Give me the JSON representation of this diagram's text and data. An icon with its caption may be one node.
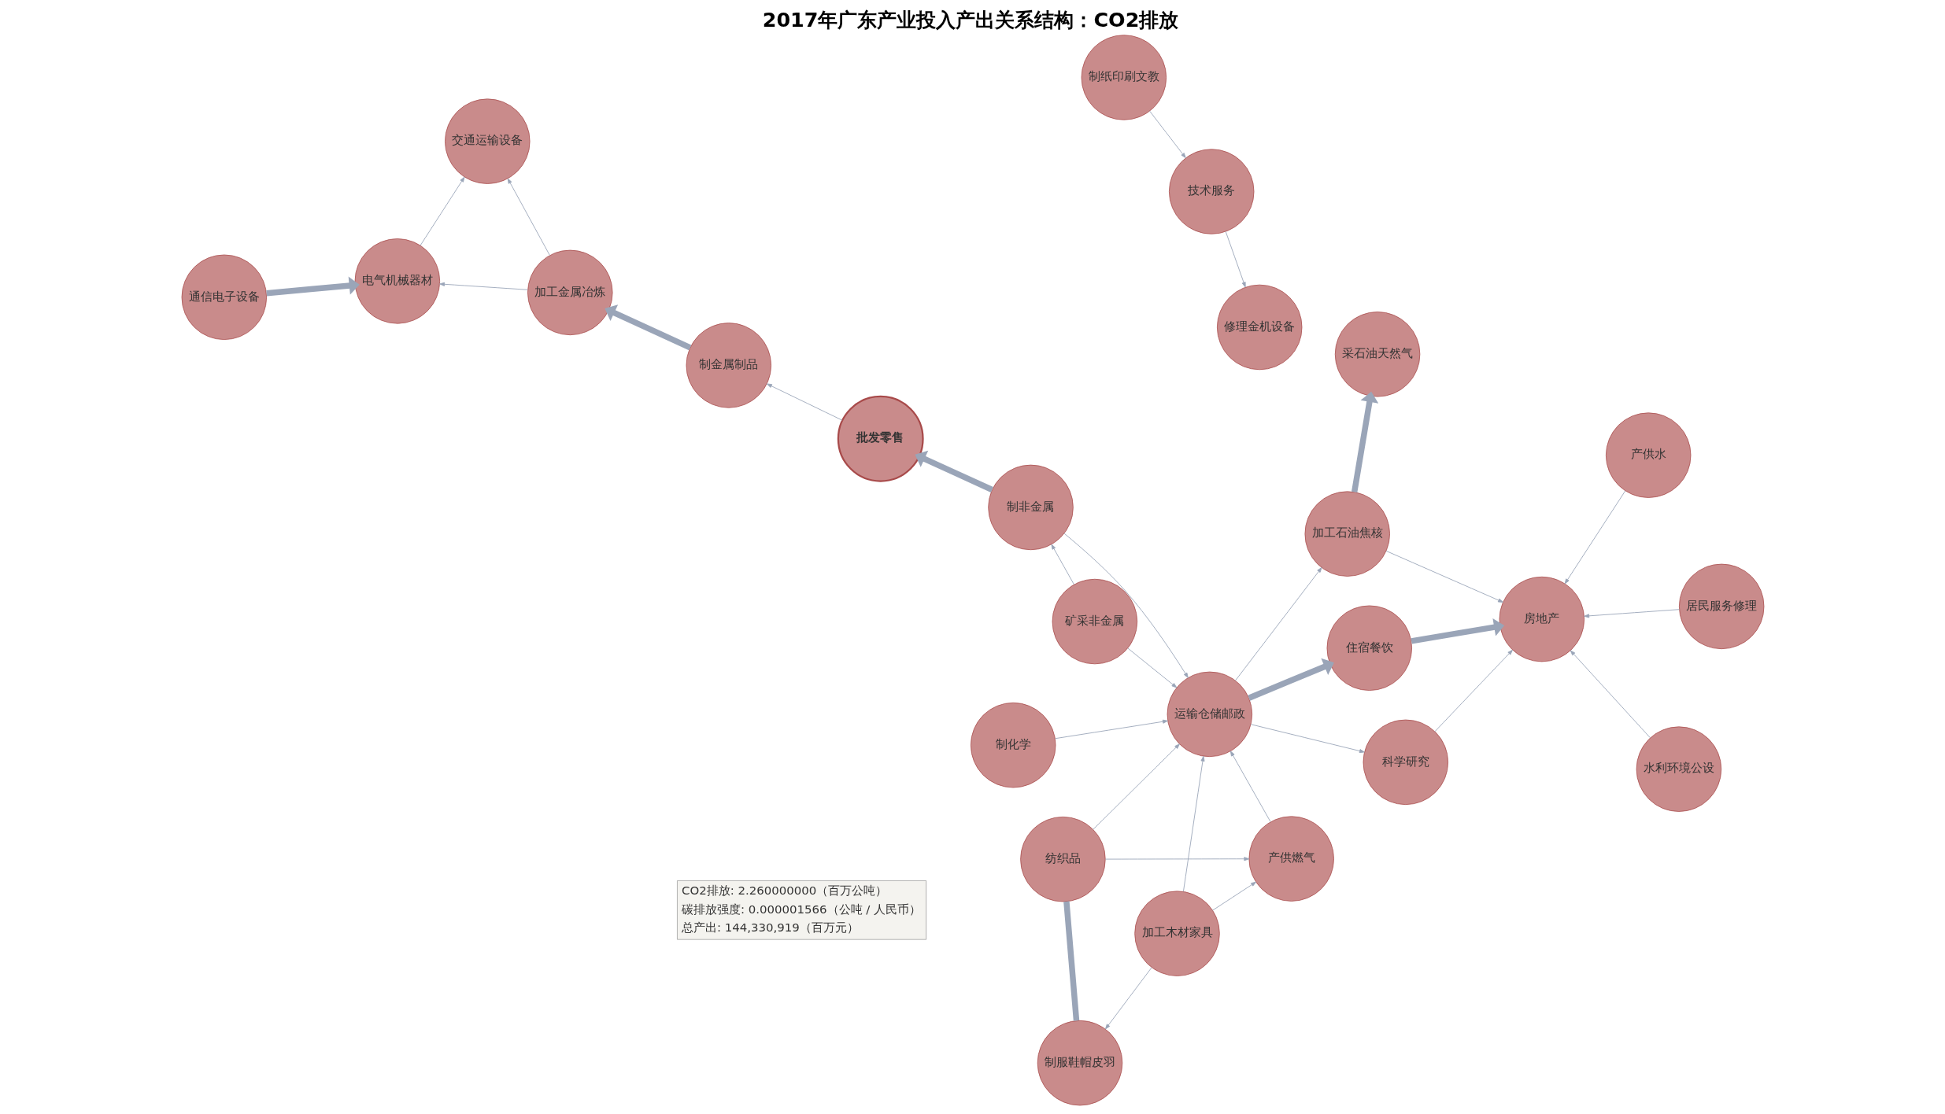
{
  "diagram": {
    "title": "2017年广东产业投入产出关系结构：CO2排放",
    "nodes": [
      {
        "text": [
          "制服鞋帽皮羽"
        ]
      },
      {
        "text": [
          "纺织品"
        ]
      },
      {
        "text": [
          "科学研究"
        ]
      },
      {
        "text": [
          "房地产"
        ]
      },
      {
        "text": [
          "居民服务修理"
        ]
      },
      {
        "text": [
          "产供水"
        ]
      },
      {
        "text": [
          "住宿餐饮"
        ]
      },
      {
        "text": [
          "产供燃气"
        ]
      },
      {
        "text": [
          "加工木材家具"
        ]
      },
      {
        "text": [
          "水利环境公设"
        ]
      },
      {
        "text": [
          "运输仓储邮政"
        ]
      },
      {
        "text": [
          "制化学"
        ]
      },
      {
        "text": [
          "制纸印刷文教"
        ]
      },
      {
        "text": [
          "技术服务"
        ]
      },
      {
        "text": [
          "修理金机设备"
        ]
      },
      {
        "text": [
          "加工石油焦核"
        ]
      },
      {
        "text": [
          "制非金属"
        ]
      },
      {
        "text": [
          "批发零售"
        ]
      },
      {
        "text": [
          "电气机械器材"
        ]
      },
      {
        "text": [
          "通信电子设备"
        ]
      },
      {
        "text": [
          "制金属制品"
        ]
      },
      {
        "text": [
          "交通运输设备"
        ]
      },
      {
        "text": [
          "矿采非金属"
        ]
      },
      {
        "text": [
          "采石油天然气"
        ]
      },
      {
        "text": [
          "加工金属冶炼"
        ]
      }
    ],
    "edges": [
      {
        "from": 5,
        "to": 3,
        "arrow": "to"
      },
      {
        "from": 9,
        "to": 3,
        "arrow": "to"
      },
      {
        "from": 13,
        "to": 14,
        "arrow": "to"
      },
      {
        "from": 15,
        "to": 23,
        "arrow": "to",
        "style": "thick"
      },
      {
        "from": 15,
        "to": 3,
        "arrow": "to"
      },
      {
        "from": 1,
        "to": 7,
        "arrow": "to"
      },
      {
        "from": 1,
        "to": 10,
        "arrow": "to"
      },
      {
        "from": 1,
        "to": 0,
        "arrow": "none",
        "style": "thick"
      },
      {
        "from": 8,
        "to": 7,
        "arrow": "to"
      },
      {
        "from": 8,
        "to": 10,
        "arrow": "to"
      },
      {
        "from": 8,
        "to": 0,
        "arrow": "to"
      },
      {
        "from": 22,
        "to": 16,
        "arrow": "to"
      },
      {
        "from": 22,
        "to": 10,
        "arrow": "to"
      },
      {
        "from": 16,
        "to": 17,
        "arrow": "to",
        "style": "thick"
      },
      {
        "from": 16,
        "to": 10,
        "arrow": "to"
      },
      {
        "from": 20,
        "to": 24,
        "arrow": "to",
        "style": "thick"
      },
      {
        "from": 19,
        "to": 18,
        "arrow": "to",
        "style": "thick"
      },
      {
        "from": 24,
        "to": 21,
        "arrow": "to"
      },
      {
        "from": 18,
        "to": 21,
        "arrow": "to"
      },
      {
        "from": 6,
        "to": 3,
        "arrow": "to",
        "style": "thick"
      },
      {
        "from": 2,
        "to": 3,
        "arrow": "to"
      },
      {
        "from": 10,
        "to": 6,
        "arrow": "to",
        "style": "thick"
      },
      {
        "from": 7,
        "to": 10,
        "arrow": "to"
      },
      {
        "from": 11,
        "to": 10,
        "arrow": "to"
      },
      {
        "from": 12,
        "to": 13,
        "arrow": "to"
      },
      {
        "from": 4,
        "to": 3,
        "arrow": "to"
      },
      {
        "from": 10,
        "to": 2,
        "arrow": "to"
      },
      {
        "from": 17,
        "to": 20,
        "arrow": "to"
      },
      {
        "from": 24,
        "to": 18,
        "arrow": "to"
      },
      {
        "from": 10,
        "to": 15,
        "arrow": "to"
      }
    ],
    "labels": [
      "CO2排放: 2.260000000（百万公吨）",
      "碳排放强度: 0.000001566（公吨 / 人民币）",
      "总产出: 144,330,919（百万元）"
    ]
  }
}
